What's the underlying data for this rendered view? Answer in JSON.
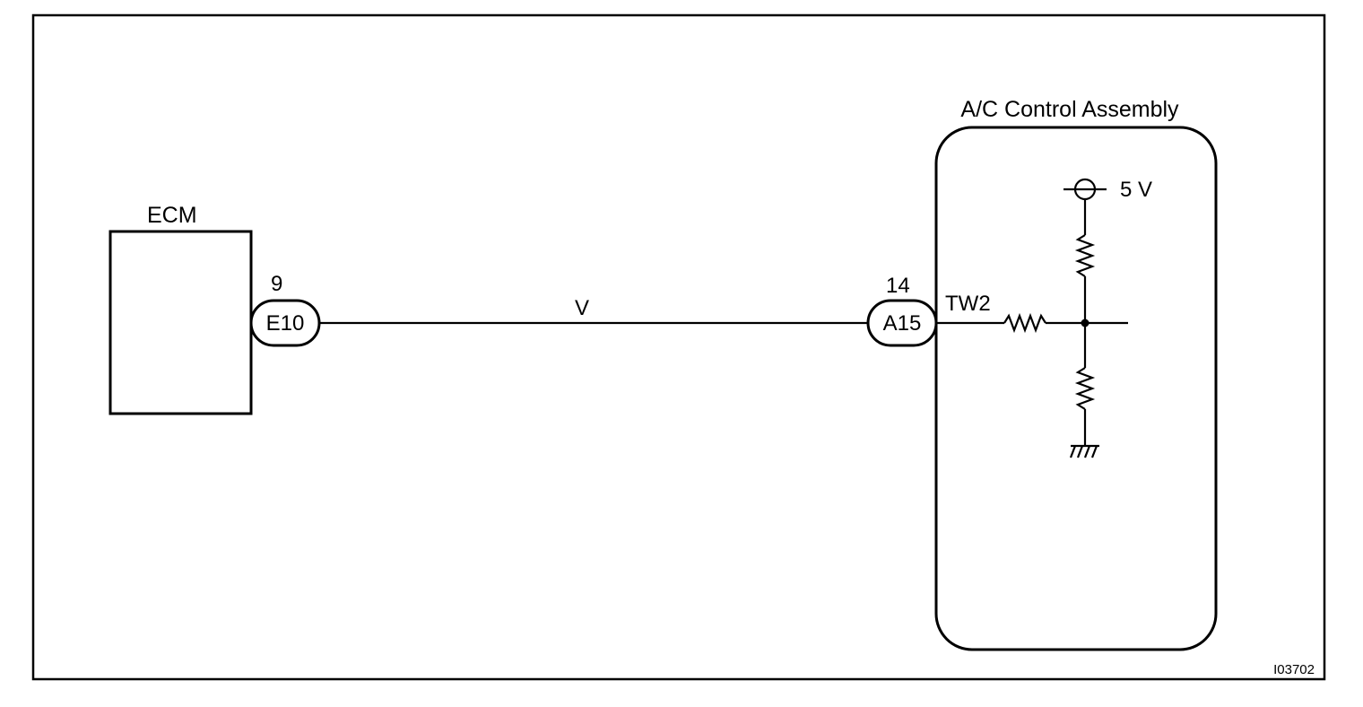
{
  "diagram": {
    "ecm": {
      "label": "ECM",
      "pin_number": "9",
      "connector": "E10"
    },
    "wire": {
      "color_code": "V"
    },
    "ac_control": {
      "label": "A/C Control Assembly",
      "pin_number": "14",
      "connector": "A15",
      "terminal_name": "TW2",
      "supply_voltage": "5 V"
    },
    "figure_code": "I03702"
  }
}
